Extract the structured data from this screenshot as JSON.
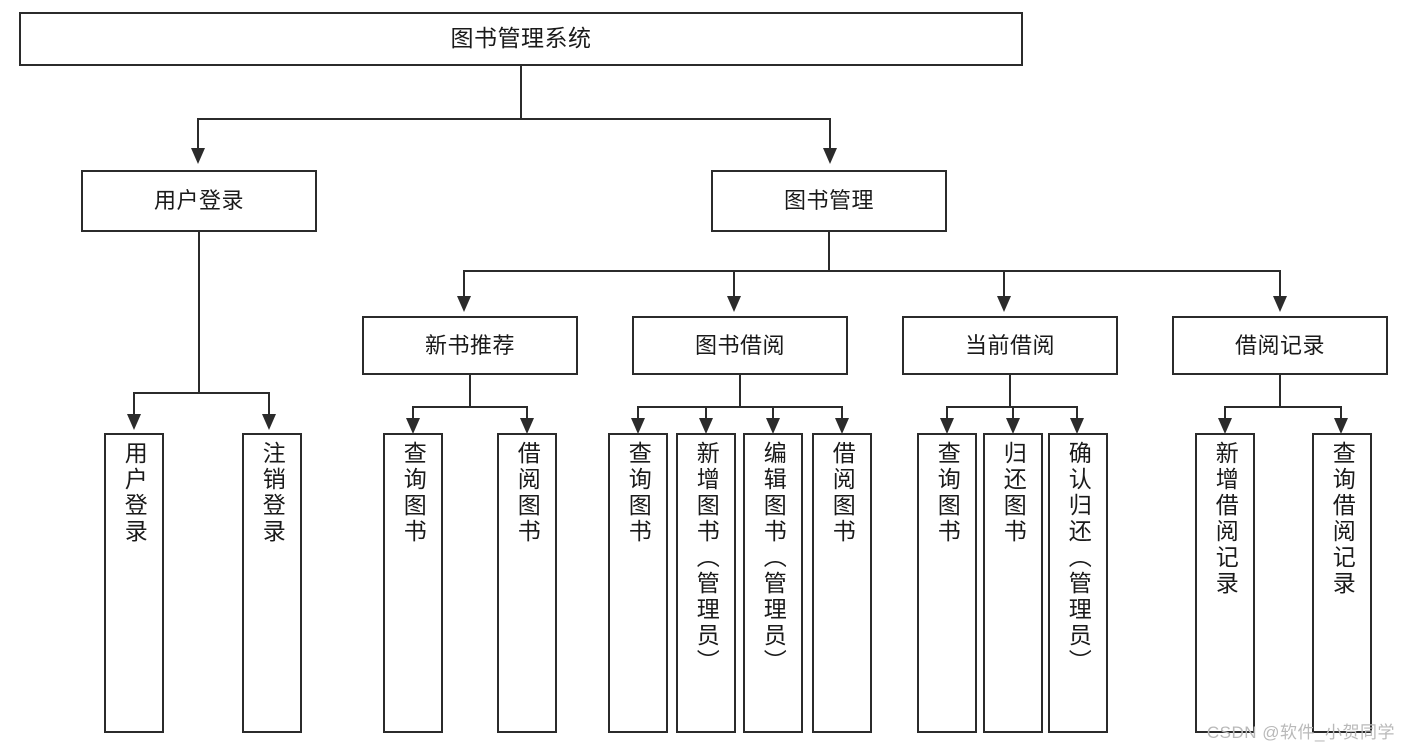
{
  "diagram": {
    "type": "tree",
    "title": "图书管理系统",
    "watermark": "CSDN @软件_小贺同学",
    "root": {
      "id": "root",
      "label": "图书管理系统"
    },
    "level2": [
      {
        "id": "user-login",
        "label": "用户登录"
      },
      {
        "id": "book-manage",
        "label": "图书管理"
      }
    ],
    "level3": [
      {
        "id": "new-book-rec",
        "label": "新书推荐",
        "parent": "book-manage"
      },
      {
        "id": "book-borrow",
        "label": "图书借阅",
        "parent": "book-manage"
      },
      {
        "id": "current-borrow",
        "label": "当前借阅",
        "parent": "book-manage"
      },
      {
        "id": "borrow-record",
        "label": "借阅记录",
        "parent": "book-manage"
      }
    ],
    "leaves": {
      "user-login": [
        {
          "id": "leaf-user-login",
          "label": "用户登录"
        },
        {
          "id": "leaf-user-logout",
          "label": "注销登录"
        }
      ],
      "new-book-rec": [
        {
          "id": "leaf-query-book-1",
          "label": "查询图书"
        },
        {
          "id": "leaf-borrow-book-1",
          "label": "借阅图书"
        }
      ],
      "book-borrow": [
        {
          "id": "leaf-query-book-2",
          "label": "查询图书"
        },
        {
          "id": "leaf-add-book",
          "label": "新增图书（管理员）"
        },
        {
          "id": "leaf-edit-book",
          "label": "编辑图书（管理员）"
        },
        {
          "id": "leaf-borrow-book-2",
          "label": "借阅图书"
        }
      ],
      "current-borrow": [
        {
          "id": "leaf-query-book-3",
          "label": "查询图书"
        },
        {
          "id": "leaf-return-book",
          "label": "归还图书"
        },
        {
          "id": "leaf-confirm-return",
          "label": "确认归还（管理员）"
        }
      ],
      "borrow-record": [
        {
          "id": "leaf-add-record",
          "label": "新增借阅记录"
        },
        {
          "id": "leaf-query-record",
          "label": "查询借阅记录"
        }
      ]
    },
    "colors": {
      "stroke": "#2b2b2b",
      "fill": "#ffffff",
      "text": "#1a1a1a",
      "watermark": "#b9b9b9"
    }
  }
}
